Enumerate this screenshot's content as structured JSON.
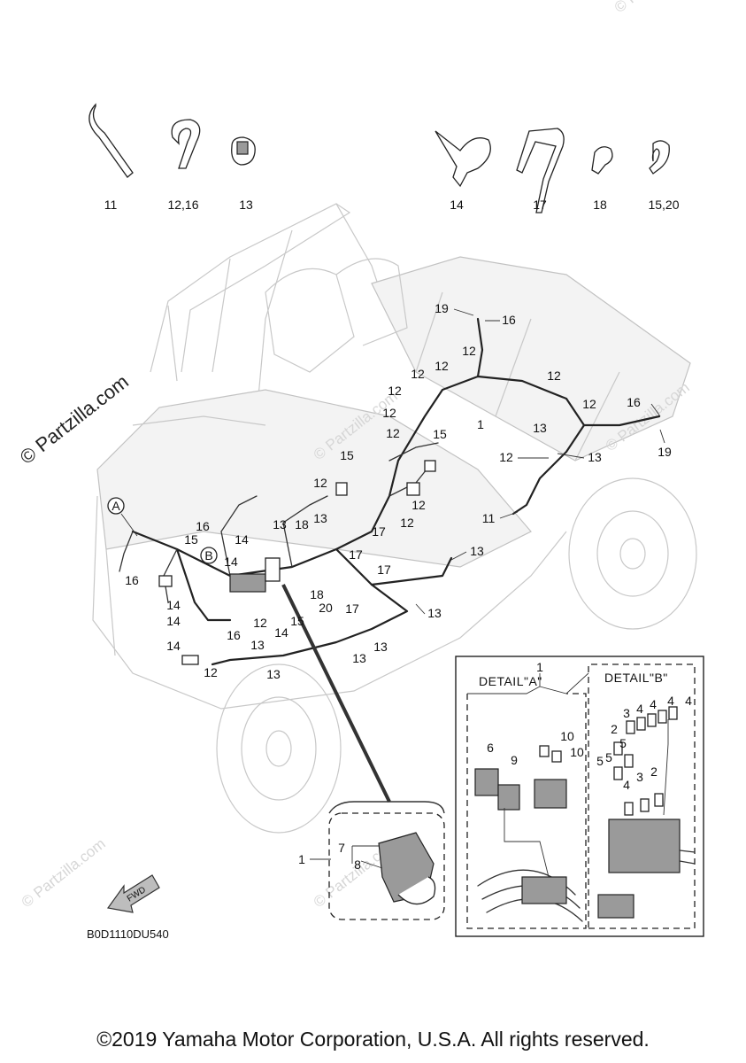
{
  "callout_labels": [
    "11",
    "12,16",
    "13",
    "14",
    "17",
    "18",
    "15,20",
    "19",
    "16",
    "12",
    "12",
    "12",
    "12",
    "12",
    "1",
    "12",
    "12",
    "16",
    "19",
    "12",
    "15",
    "13",
    "12",
    "13",
    "15",
    "12",
    "12",
    "11",
    "A",
    "16",
    "15",
    "16",
    "B",
    "14",
    "13",
    "18",
    "13",
    "12",
    "17",
    "14",
    "17",
    "17",
    "13",
    "18",
    "20",
    "17",
    "14",
    "14",
    "14",
    "16",
    "12",
    "14",
    "15",
    "13",
    "13",
    "13",
    "12",
    "13",
    "13"
  ],
  "detail_box": {
    "ref": "1",
    "detail_a_title": "DETAIL\"A\"",
    "detail_b_title": "DETAIL\"B\"",
    "labels": [
      "6",
      "9",
      "10",
      "10",
      "3",
      "4",
      "4",
      "4",
      "4",
      "2",
      "5",
      "5",
      "5",
      "4",
      "3",
      "2"
    ]
  },
  "relay_box": {
    "labels": [
      "1",
      "7",
      "8"
    ]
  },
  "fwd_label": "FWD",
  "diagram_code": "B0D1110DU540",
  "watermark": "© Partzilla.com",
  "copyright": "©2019 Yamaha Motor Corporation, U.S.A. All rights reserved."
}
